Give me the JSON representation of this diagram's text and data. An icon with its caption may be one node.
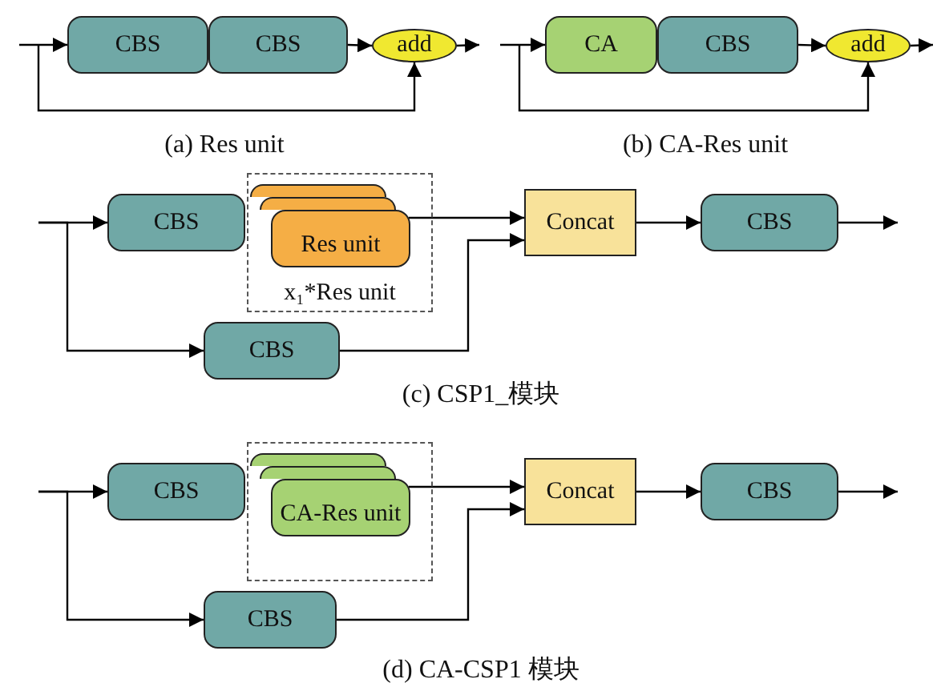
{
  "diagram": {
    "nodes": [
      {
        "text": [
          "CBS"
        ]
      },
      {
        "text": [
          "CBS"
        ]
      },
      {
        "text": [
          "add"
        ]
      },
      {
        "text": [
          "CA"
        ]
      },
      {
        "text": [
          "CBS"
        ]
      },
      {
        "text": [
          "add"
        ]
      },
      {
        "text": [
          "CBS"
        ]
      },
      {
        "text": [
          "x₁*Res unit"
        ]
      },
      {
        "text": [],
        "shape": "box",
        "in": 7
      },
      {
        "text": [],
        "shape": "box",
        "in": 7
      },
      {
        "text": [
          "Res unit"
        ],
        "in": 7
      },
      {
        "text": [
          "Concat"
        ]
      },
      {
        "text": [
          "CBS"
        ]
      },
      {
        "text": [
          "CBS"
        ]
      },
      {
        "text": [
          "CBS"
        ]
      },
      {
        "text": [],
        "shape": "box"
      },
      {
        "text": [],
        "shape": "box",
        "in": 15
      },
      {
        "text": [],
        "shape": "box",
        "in": 15
      },
      {
        "text": [
          "CA-Res unit"
        ],
        "in": 15
      },
      {
        "text": [
          "Concat"
        ]
      },
      {
        "text": [
          "CBS"
        ]
      },
      {
        "text": [
          "CBS"
        ]
      }
    ],
    "edges": [
      {
        "from": null,
        "to": 0,
        "arrow": "to"
      },
      {
        "from": null,
        "to": 2,
        "arrow": "to"
      },
      {
        "from": 1,
        "to": 2,
        "arrow": "to"
      },
      {
        "from": 2,
        "to": null,
        "arrow": "to"
      },
      {
        "from": null,
        "to": 3,
        "arrow": "to"
      },
      {
        "from": null,
        "to": 5,
        "arrow": "to"
      },
      {
        "from": 4,
        "to": 5,
        "arrow": "to"
      },
      {
        "from": 5,
        "to": null,
        "arrow": "to"
      },
      {
        "from": null,
        "to": 6,
        "arrow": "to"
      },
      {
        "from": null,
        "to": 13,
        "arrow": "to"
      },
      {
        "from": 10,
        "to": 11,
        "arrow": "to"
      },
      {
        "from": 13,
        "to": 11,
        "arrow": "to"
      },
      {
        "from": 11,
        "to": 12,
        "arrow": "to"
      },
      {
        "from": 12,
        "to": null,
        "arrow": "to"
      },
      {
        "from": null,
        "to": 14,
        "arrow": "to"
      },
      {
        "from": null,
        "to": 21,
        "arrow": "to"
      },
      {
        "from": 18,
        "to": 19,
        "arrow": "to"
      },
      {
        "from": 21,
        "to": 19,
        "arrow": "to"
      },
      {
        "from": 19,
        "to": 20,
        "arrow": "to"
      },
      {
        "from": 20,
        "to": null,
        "arrow": "to"
      }
    ],
    "labels": [
      "(a) Res unit",
      "(b) CA-Res unit",
      "(c) CSP1_模块",
      "(d) CA-CSP1  模块"
    ]
  }
}
